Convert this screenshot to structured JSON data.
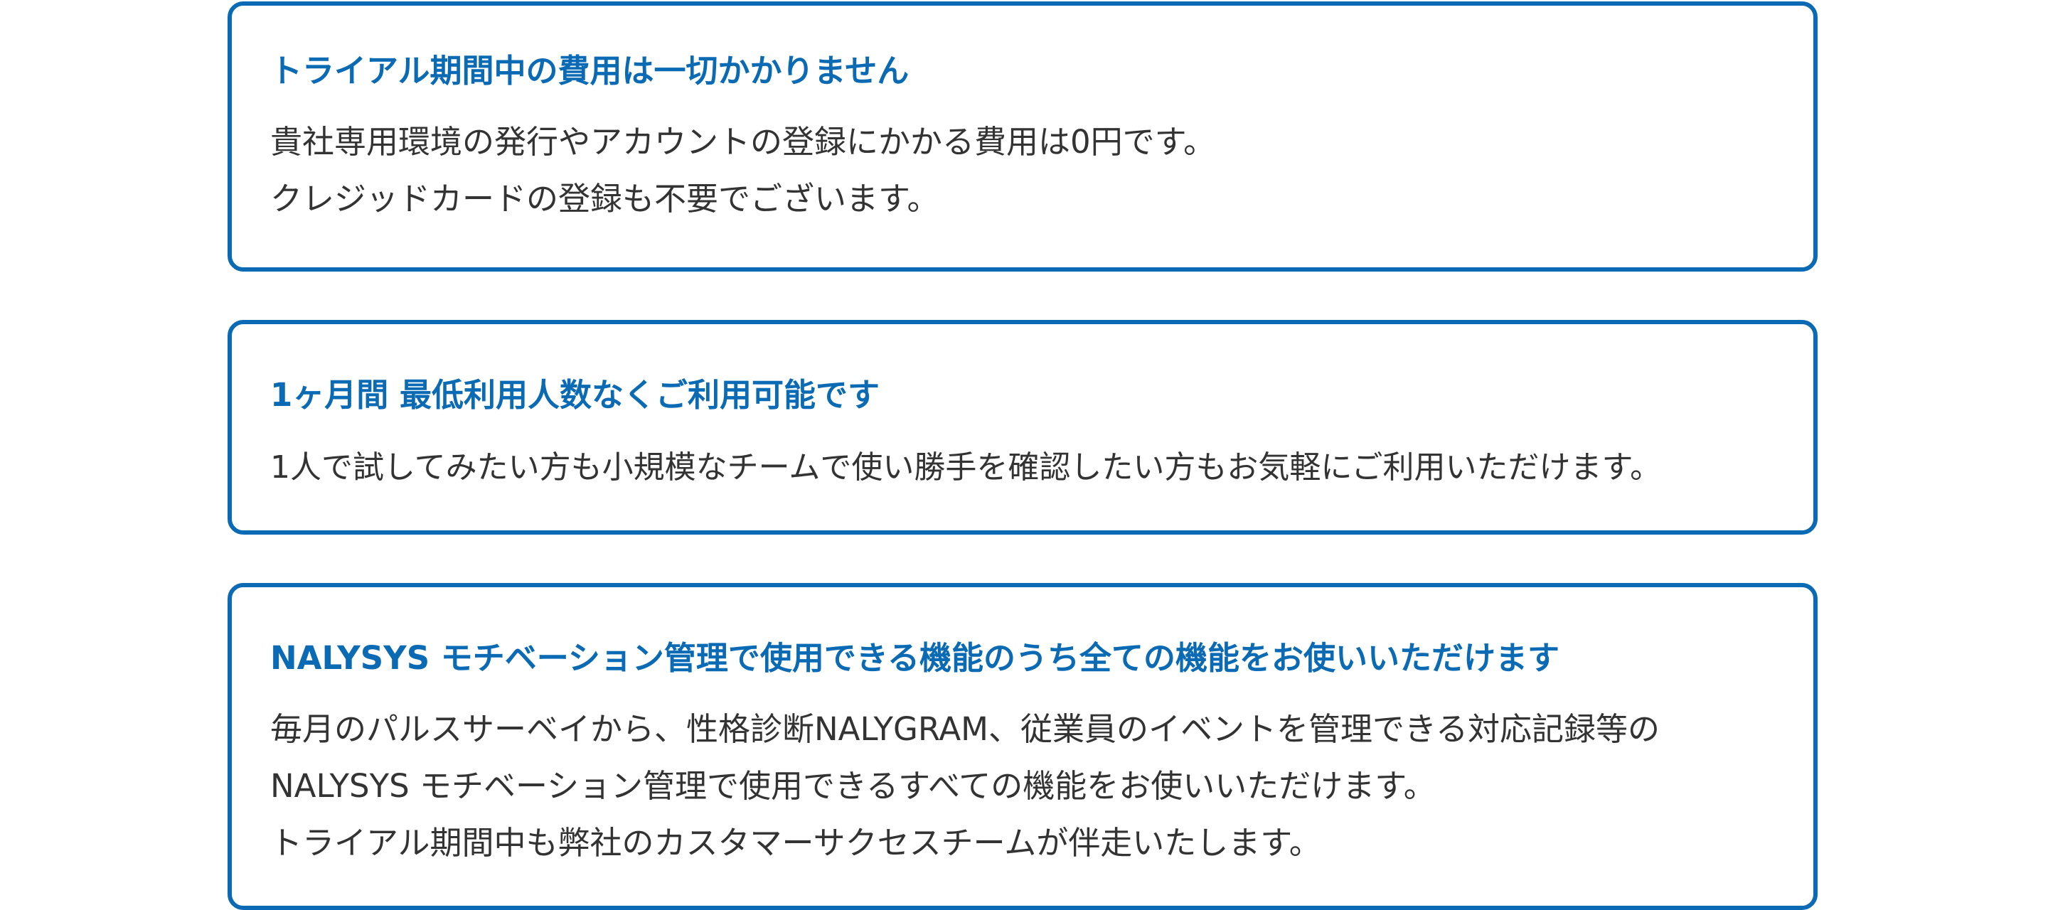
{
  "colors": {
    "accent": "#0a6ab4",
    "body_text": "#333333",
    "background": "#ffffff"
  },
  "cards": [
    {
      "title": "トライアル期間中の費用は一切かかりません",
      "lines": [
        "貴社専用環境の発行やアカウントの登録にかかる費用は0円です。",
        "クレジッドカードの登録も不要でございます。"
      ]
    },
    {
      "title": "1ヶ月間 最低利用人数なくご利用可能です",
      "lines": [
        "1人で試してみたい方も小規模なチームで使い勝手を確認したい方もお気軽にご利用いただけます。"
      ]
    },
    {
      "title": "NALYSYS モチベーション管理で使用できる機能のうち全ての機能をお使いいただけます",
      "lines": [
        "毎月のパルスサーベイから、性格診断NALYGRAM、従業員のイベントを管理できる対応記録等の",
        "NALYSYS モチベーション管理で使用できるすべての機能をお使いいただけます。",
        "トライアル期間中も弊社のカスタマーサクセスチームが伴走いたします。"
      ]
    }
  ]
}
